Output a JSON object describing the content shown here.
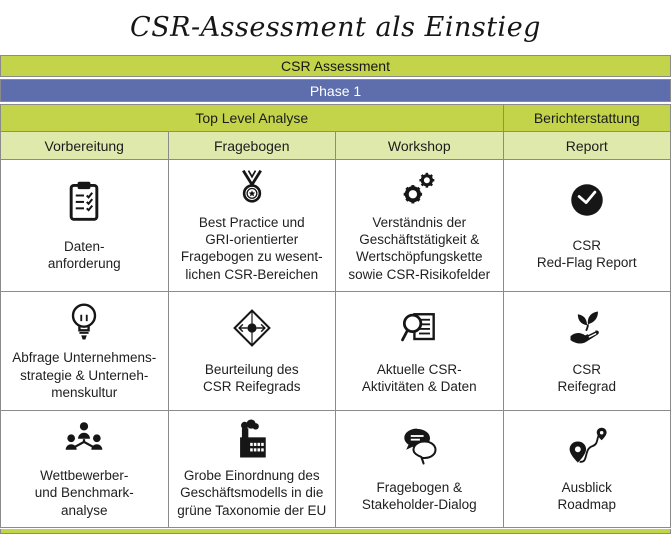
{
  "title": "CSR-Assessment als Einstieg",
  "colors": {
    "accent_green": "#c3d44b",
    "light_green": "#dfe9ab",
    "phase_blue": "#5e6dab",
    "border_gray": "#8b8b8b",
    "text": "#1c1c1c"
  },
  "banners": {
    "assessment": "CSR Assessment",
    "phase": "Phase 1"
  },
  "group_headers": [
    {
      "label": "Top Level Analyse",
      "span": 3
    },
    {
      "label": "Berichterstattung",
      "span": 1
    }
  ],
  "column_headers": [
    "Vorbereitung",
    "Fragebogen",
    "Workshop",
    "Report"
  ],
  "rows": [
    [
      {
        "icon": "clipboard-icon",
        "text": "Daten-\nanforderung"
      },
      {
        "icon": "medal-icon",
        "text": "Best Practice und\nGRI-orientierter\nFragebogen zu wesent-\nlichen CSR-Bereichen"
      },
      {
        "icon": "gears-icon",
        "text": "Verständnis der\nGeschäftstätigkeit &\nWertschöpfungskette\nsowie CSR-Risikofelder"
      },
      {
        "icon": "clock-icon",
        "text": "CSR\nRed-Flag Report"
      }
    ],
    [
      {
        "icon": "lightbulb-icon",
        "text": "Abfrage Unternehmens-\nstrategie & Unterneh-\nmenskultur"
      },
      {
        "icon": "diamond-target-icon",
        "text": "Beurteilung des\nCSR Reifegrads"
      },
      {
        "icon": "magnifier-document-icon",
        "text": "Aktuelle CSR-\nAktivitäten & Daten"
      },
      {
        "icon": "seedling-hand-icon",
        "text": "CSR\nReifegrad"
      }
    ],
    [
      {
        "icon": "people-network-icon",
        "text": "Wettbewerber-\nund Benchmark-\nanalyse"
      },
      {
        "icon": "factory-icon",
        "text": "Grobe Einordnung des\nGeschäftsmodells in die\ngrüne Taxonomie der EU"
      },
      {
        "icon": "speech-bubbles-icon",
        "text": "Fragebogen &\nStakeholder-Dialog"
      },
      {
        "icon": "route-pins-icon",
        "text": "Ausblick\nRoadmap"
      }
    ]
  ]
}
